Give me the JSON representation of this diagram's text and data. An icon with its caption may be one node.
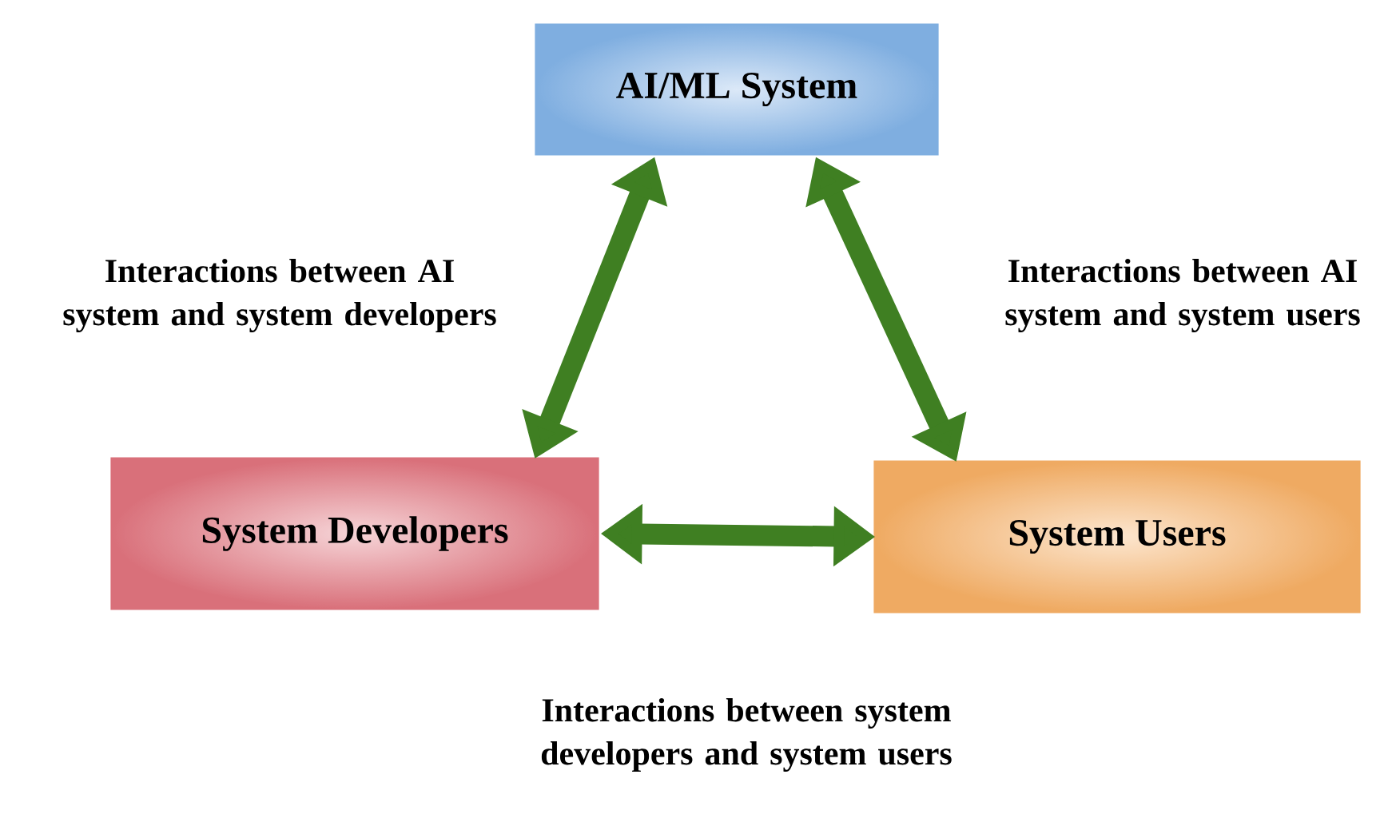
{
  "diagram": {
    "nodes": [
      {
        "text": [
          "AI/ML System"
        ]
      },
      {
        "text": [
          "System Developers"
        ]
      },
      {
        "text": [
          "System Users"
        ]
      }
    ],
    "edges": [
      {
        "from": 0,
        "to": 1,
        "arrow": "both",
        "label": "Interactions between AI system and system developers"
      },
      {
        "from": 0,
        "to": 2,
        "arrow": "both",
        "label": "Interactions between AI system and system users"
      },
      {
        "from": 1,
        "to": 2,
        "arrow": "both",
        "label": "Interactions between system developers and system users"
      }
    ]
  }
}
